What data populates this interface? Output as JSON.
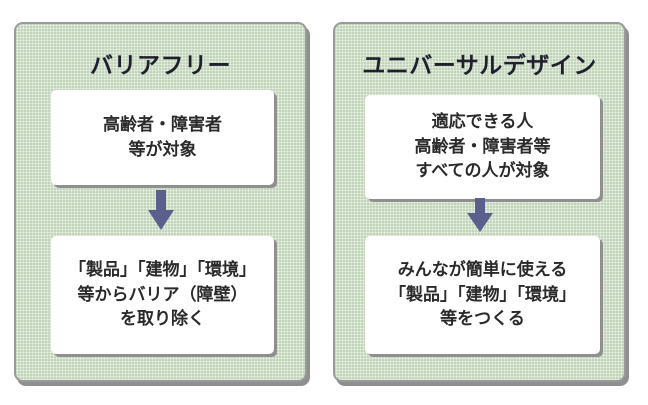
{
  "left_panel": {
    "title": "バリアフリー",
    "top_box": [
      "高齢者・障害者",
      "等が対象"
    ],
    "bottom_box": [
      "「製品」「建物」「環境」",
      "等からバリア（障壁）",
      "を取り除く"
    ]
  },
  "right_panel": {
    "title": "ユニバーサルデザイン",
    "top_box": [
      "適応できる人",
      "高齢者・障害者等",
      "すべての人が対象"
    ],
    "bottom_box": [
      "みんなが簡単に使える",
      "「製品」「建物」「環境」",
      "等をつくる"
    ]
  },
  "colors": {
    "panel_background": "#cfe0c8",
    "arrow": "#5a5f8e",
    "title_text": "#1f1f2e"
  },
  "icons": {
    "connector": "down-arrow-icon"
  }
}
